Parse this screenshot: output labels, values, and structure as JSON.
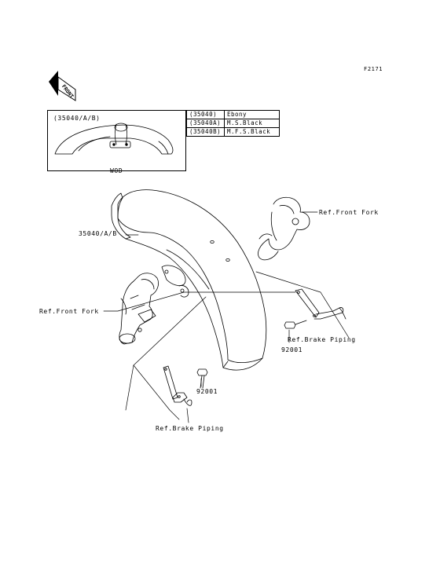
{
  "figure_code": "F2171",
  "front_badge": "FRONT",
  "inset": {
    "part_ref": "(35040/A/B)",
    "caption": "WOD"
  },
  "color_table": [
    {
      "code": "(35040)",
      "name": "Ebony"
    },
    {
      "code": "(35040A)",
      "name": "M.S.Black"
    },
    {
      "code": "(35040B)",
      "name": "M.F.S.Black"
    }
  ],
  "labels": {
    "fender": "35040/A/B",
    "front_fork_right": "Ref.Front Fork",
    "front_fork_left": "Ref.Front Fork",
    "brake_piping_right": "Ref.Brake Piping",
    "brake_piping_left": "Ref.Brake Piping",
    "bolt_right": "92001",
    "bolt_left": "92001"
  }
}
